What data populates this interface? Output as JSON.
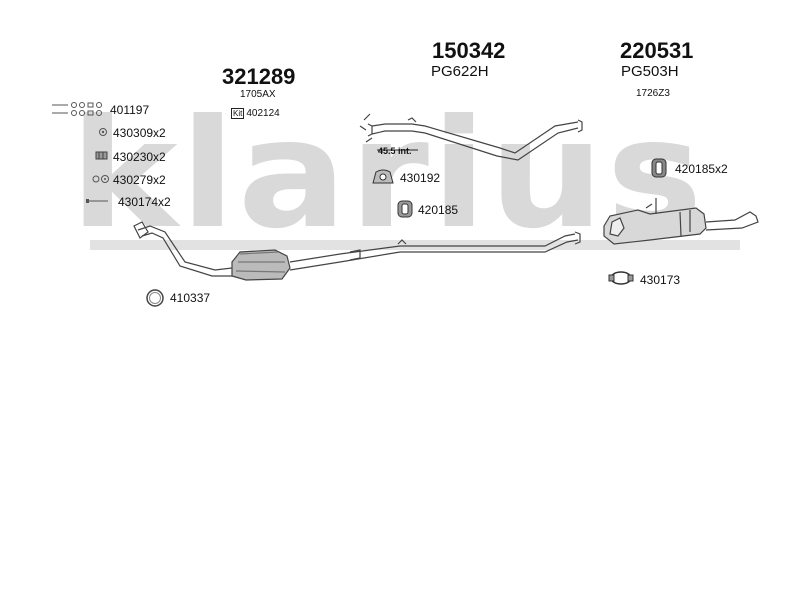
{
  "watermark": {
    "text": "klarius"
  },
  "parts": {
    "front_pipe": {
      "number": "321289",
      "ref": "1705AX",
      "kit_label": "Kit",
      "kit_number": "402124"
    },
    "middle_pipe": {
      "number": "150342",
      "ref": "PG622H",
      "dimension": "45.5 int."
    },
    "rear_silencer": {
      "number": "220531",
      "ref": "PG503H",
      "sub_ref": "1726Z3"
    }
  },
  "fittings": [
    {
      "label": "401197",
      "icon": "bolt-set-icon"
    },
    {
      "label": "430309x2",
      "icon": "nut-icon"
    },
    {
      "label": "430230x2",
      "icon": "washer-icon"
    },
    {
      "label": "430279x2",
      "icon": "spring-bolt-icon"
    },
    {
      "label": "430174x2",
      "icon": "stud-icon"
    },
    {
      "label": "410337",
      "icon": "gasket-ring-icon"
    },
    {
      "label": "430192",
      "icon": "rubber-mount-icon"
    },
    {
      "label": "420185",
      "icon": "rubber-hanger-icon"
    },
    {
      "label": "420185x2",
      "icon": "rubber-hanger-icon"
    },
    {
      "label": "430173",
      "icon": "clamp-icon"
    }
  ]
}
